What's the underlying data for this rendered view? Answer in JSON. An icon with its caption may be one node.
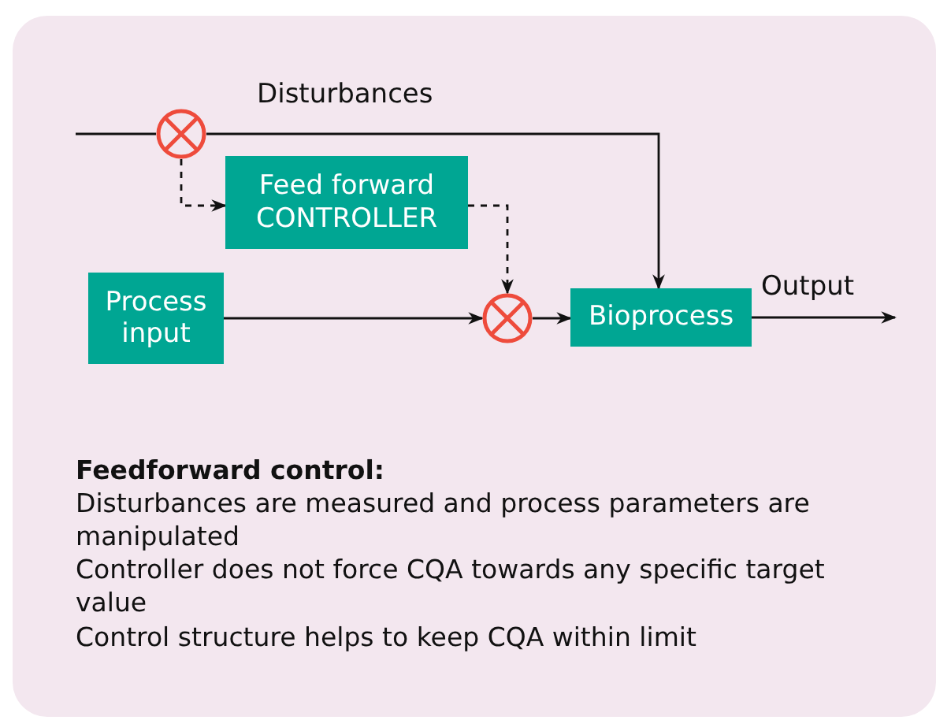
{
  "diagram": {
    "nodes": [
      {
        "text": [],
        "shape": "circle"
      },
      {
        "text": [
          "Feed forward CONTROLLER"
        ]
      },
      {
        "text": [
          "Process input"
        ]
      },
      {
        "text": [],
        "shape": "circle"
      },
      {
        "text": [
          "Bioprocess"
        ]
      }
    ],
    "edges": [
      {
        "from": null,
        "to": 0,
        "arrow": "none"
      },
      {
        "from": 0,
        "to": 4,
        "arrow": "to",
        "label": "Disturbances"
      },
      {
        "from": 0,
        "to": 1,
        "arrow": "to",
        "style": "dashed"
      },
      {
        "from": 1,
        "to": 3,
        "arrow": "to",
        "style": "dashed"
      },
      {
        "from": 2,
        "to": 3,
        "arrow": "to"
      },
      {
        "from": 3,
        "to": 4,
        "arrow": "to"
      },
      {
        "from": 4,
        "to": null,
        "arrow": "to",
        "label": "Output"
      }
    ],
    "labels": [
      "Feedforward control:",
      "Disturbances are measured and process parameters are manipulated",
      "Controller does not force CQA towards any specific target value",
      "Control structure helps to keep CQA within limit"
    ]
  }
}
